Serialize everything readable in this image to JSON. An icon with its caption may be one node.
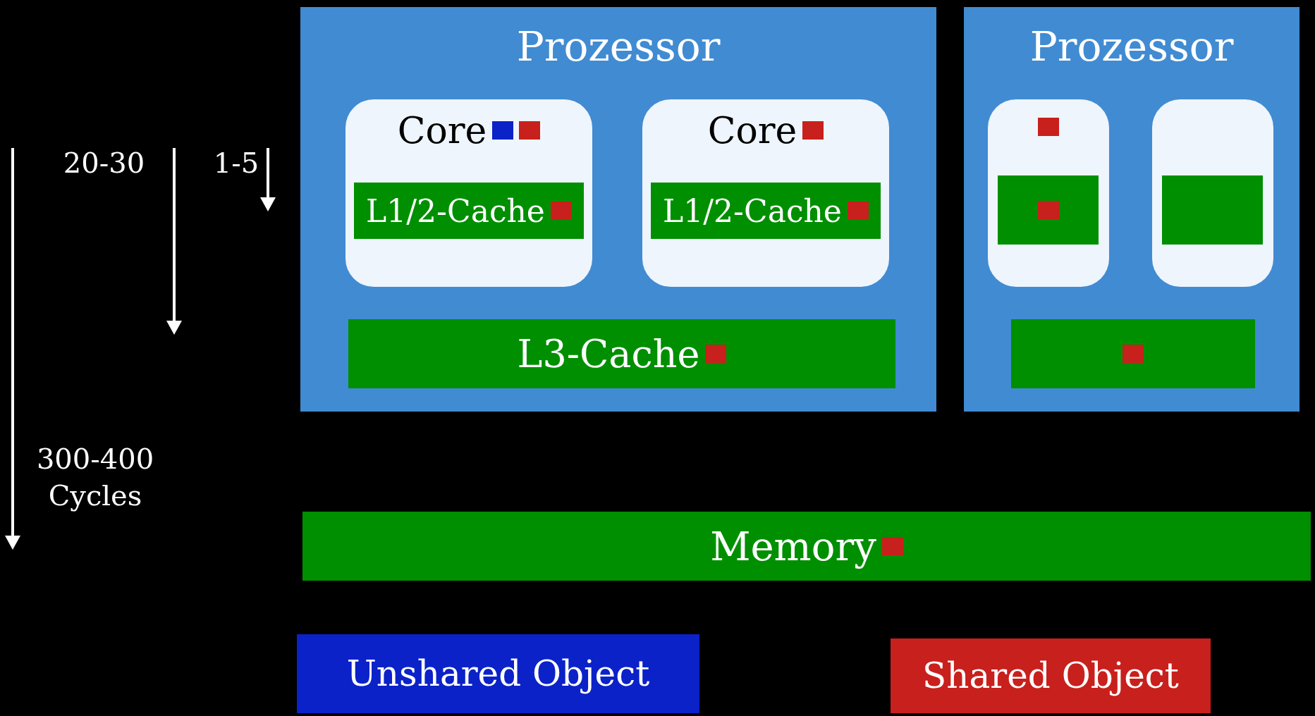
{
  "diagram": {
    "nodes": [
      {
        "text": [
          "Prozessor"
        ]
      },
      {
        "text": [
          "Core"
        ],
        "in": 0
      },
      {
        "text": [
          "L1/2-Cache"
        ],
        "in": 1
      },
      {
        "text": [
          "Core"
        ],
        "in": 0
      },
      {
        "text": [
          "L1/2-Cache"
        ],
        "in": 3
      },
      {
        "text": [
          "L3-Cache"
        ],
        "in": 0
      },
      {
        "text": [
          "Prozessor"
        ]
      },
      {
        "text": [],
        "shape": "box",
        "in": 6
      },
      {
        "text": [],
        "shape": "box",
        "in": 7
      },
      {
        "text": [],
        "shape": "box",
        "in": 6
      },
      {
        "text": [],
        "shape": "box",
        "in": 9
      },
      {
        "text": [],
        "shape": "box",
        "in": 6
      },
      {
        "text": [
          "Memory"
        ]
      }
    ],
    "edges": [],
    "labels": [
      "20-30",
      "1-5",
      "300-400 Cycles"
    ],
    "legend": [
      {
        "text": "Unshared Object",
        "color": "#0a22c8"
      },
      {
        "text": "Shared Object",
        "color": "#c8201c"
      }
    ]
  }
}
